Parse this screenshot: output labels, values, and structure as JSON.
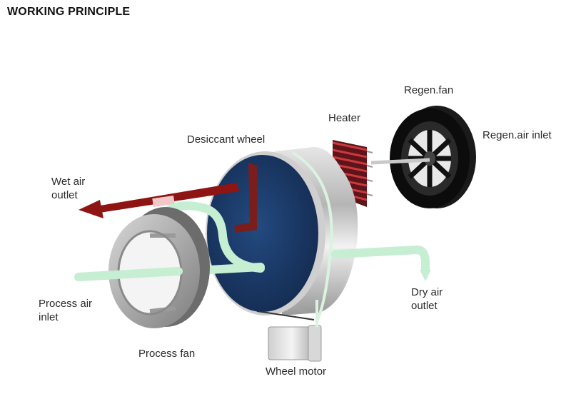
{
  "title": "WORKING PRINCIPLE",
  "labels": {
    "regen_fan": "Regen.fan",
    "heater": "Heater",
    "regen_air_inlet": "Regen.air inlet",
    "desiccant_wheel": "Desiccant wheel",
    "wet_air_outlet": [
      "Wet air",
      "outlet"
    ],
    "process_air_inlet": [
      "Process air",
      "inlet"
    ],
    "dry_air_outlet": [
      "Dry air",
      "outlet"
    ],
    "process_fan": "Process fan",
    "wheel_motor": "Wheel motor"
  },
  "colors": {
    "desiccant_face": "#1f3f6e",
    "wet_air_stream": "#9b1b1b",
    "process_air_stream": "#c6eed3",
    "heater_fins": "#a01e25",
    "metal": "#b9b9b9"
  }
}
